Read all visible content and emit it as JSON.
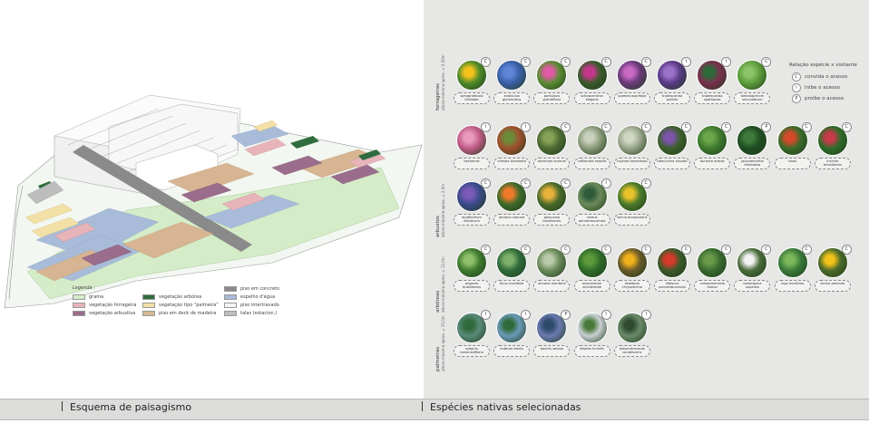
{
  "captions": {
    "left": "Esquema de paisagismo",
    "right": "Espécies nativas selecionadas"
  },
  "legend": {
    "title": "Legenda :",
    "items": [
      {
        "label": "grama",
        "color": "#d5ecc9"
      },
      {
        "label": "vegetação forrageira",
        "color": "#e6b4b9"
      },
      {
        "label": "vegetação arbustiva",
        "color": "#9b6d8c"
      },
      {
        "label": "vegetação arbórea",
        "color": "#2f6d3f"
      },
      {
        "label": "vegetação tipo \"palmeira\"",
        "color": "#f3e0a6"
      },
      {
        "label": "piso em deck de madeira",
        "color": "#d7b592"
      },
      {
        "label": "piso em concreto",
        "color": "#8a8a8a"
      },
      {
        "label": "espelho d'água",
        "color": "#a8bcd9"
      },
      {
        "label": "piso intertravado",
        "color": "#f4f4f4"
      },
      {
        "label": "talas (estacion.)",
        "color": "#bdbdbd"
      }
    ]
  },
  "groups": [
    {
      "title": "forrageiras",
      "subtitle": "altura máxima aprox. = 0,50m"
    },
    {
      "title": "arbustos",
      "subtitle": "altura máxima aprox. = 2,0m"
    },
    {
      "title": "arbóreas",
      "subtitle": "altura máxima aprox. = 12,0m"
    },
    {
      "title": "palmeiras",
      "subtitle": "altura máxima aprox. = 15,0m"
    }
  ],
  "species": [
    {
      "name": "sphagneticola trilobata",
      "badge": "C",
      "color": "#4f8a2a",
      "accent": "#f2c21b"
    },
    {
      "name": "evolvulus glomeratus",
      "badge": "C",
      "color": "#3a5fa8",
      "accent": "#5d86d6"
    },
    {
      "name": "portulaca grandiflora",
      "badge": "C",
      "color": "#5b8c34",
      "accent": "#e05aa6"
    },
    {
      "name": "schizocentron elegans",
      "badge": "C",
      "color": "#3b5a2b",
      "accent": "#c4388b"
    },
    {
      "name": "ipomea asarifolia",
      "badge": "C",
      "color": "#6b3a7a",
      "accent": "#c869c3"
    },
    {
      "name": "tradescantia pallida",
      "badge": "I",
      "color": "#5a3a86",
      "accent": "#9b72c9"
    },
    {
      "name": "tradescantia spathacea",
      "badge": "I",
      "color": "#7a2f4e",
      "accent": "#2d6a3a"
    },
    {
      "name": "stenotaphrum secundatum",
      "badge": "C",
      "color": "#5d9d3a",
      "accent": "#8cc36a"
    },
    {
      "name": "bechenes",
      "badge": "I",
      "color": "#c25b87",
      "accent": "#e89bbc"
    },
    {
      "name": "vriesea bracteata",
      "badge": "I",
      "color": "#a0502e",
      "accent": "#6b8a3a"
    },
    {
      "name": "aechmea aureum",
      "badge": "C",
      "color": "#4e6b33",
      "accent": "#86a357"
    },
    {
      "name": "calliandra sessilis",
      "badge": "C",
      "color": "#8a9a7a",
      "accent": "#c9d0bd"
    },
    {
      "name": "cuphea tomentosa",
      "badge": "C",
      "color": "#9aa68a",
      "accent": "#cfd6c2"
    },
    {
      "name": "tibouchina clavata",
      "badge": "C",
      "color": "#3d5f2c",
      "accent": "#7c53a8"
    },
    {
      "name": "duranta erecta",
      "badge": "C",
      "color": "#3f7a2f",
      "accent": "#6aa84a"
    },
    {
      "name": "jacquemontia bracteosa",
      "badge": "P",
      "color": "#1f4d22",
      "accent": "#3e7b3a"
    },
    {
      "name": "sinas",
      "badge": "C",
      "color": "#3b6b2a",
      "accent": "#d44a2a"
    },
    {
      "name": "inchine brasiliensis",
      "badge": "C",
      "color": "#2f6b2a",
      "accent": "#c73b4a"
    },
    {
      "name": "epidendrum ellipticum",
      "badge": "C",
      "color": "#3a4b8a",
      "accent": "#7c5ab8"
    },
    {
      "name": "lantana camara",
      "badge": "C",
      "color": "#3f6b2a",
      "accent": "#f07a2a"
    },
    {
      "name": "gloxucaia brasiliensis",
      "badge": "C",
      "color": "#4a6b2a",
      "accent": "#e8b23a"
    },
    {
      "name": "cereus pernambucensis",
      "badge": "I",
      "color": "#6b8a5a",
      "accent": "#2f5a3a"
    },
    {
      "name": "senna bicapsularis",
      "badge": "C",
      "color": "#4a7a2a",
      "accent": "#e8c22a"
    },
    {
      "name": "eugenia brasiliensis",
      "badge": "C",
      "color": "#3f7a2f",
      "accent": "#8fbf6a"
    },
    {
      "name": "ficus clusiifolia",
      "badge": "C",
      "color": "#2f6b3a",
      "accent": "#7fb06a"
    },
    {
      "name": "annona montana",
      "badge": "C",
      "color": "#6a8a5a",
      "accent": "#b9c9a9"
    },
    {
      "name": "anacardium occidentale",
      "badge": "C",
      "color": "#2f6b2a",
      "accent": "#5d9a3a"
    },
    {
      "name": "tabebuia chrysotricha",
      "badge": "C",
      "color": "#6a5a2a",
      "accent": "#f0b21a"
    },
    {
      "name": "hibiscus pernambucensis",
      "badge": "C",
      "color": "#3b5a2a",
      "accent": "#d43a2a"
    },
    {
      "name": "campomanesia dumar",
      "badge": "C",
      "color": "#3a6a2f",
      "accent": "#6a9a4a"
    },
    {
      "name": "caesalpinia superba",
      "badge": "C",
      "color": "#4a6b3a",
      "accent": "#f2f2f2"
    },
    {
      "name": "inga marítima",
      "badge": "C",
      "color": "#3a7a3a",
      "accent": "#7ab85a"
    },
    {
      "name": "senna pendula",
      "badge": "C",
      "color": "#4a6a2a",
      "accent": "#f0c21a"
    },
    {
      "name": "syagrus romanzoffiana",
      "badge": "I",
      "color": "#5a8a7a",
      "accent": "#2f6a3a"
    },
    {
      "name": "euterpe edulis",
      "badge": "I",
      "color": "#6a9ab8",
      "accent": "#2f6b3a"
    },
    {
      "name": "bactris setosa",
      "badge": "P",
      "color": "#6a7ab0",
      "accent": "#2f4a6a"
    },
    {
      "name": "attalea humilis",
      "badge": "I",
      "color": "#c9d0d4",
      "accent": "#4a7a3a"
    },
    {
      "name": "polyandrococos caudescens",
      "badge": "I",
      "color": "#6a8a6a",
      "accent": "#2f4a2f"
    }
  ],
  "relation": {
    "title": "Relação espécie x visitante",
    "items": [
      {
        "badge": "C",
        "label": "convida o acesso"
      },
      {
        "badge": "I",
        "label": "inibe o acesso"
      },
      {
        "badge": "P",
        "label": "proíbe o acesso"
      }
    ]
  }
}
